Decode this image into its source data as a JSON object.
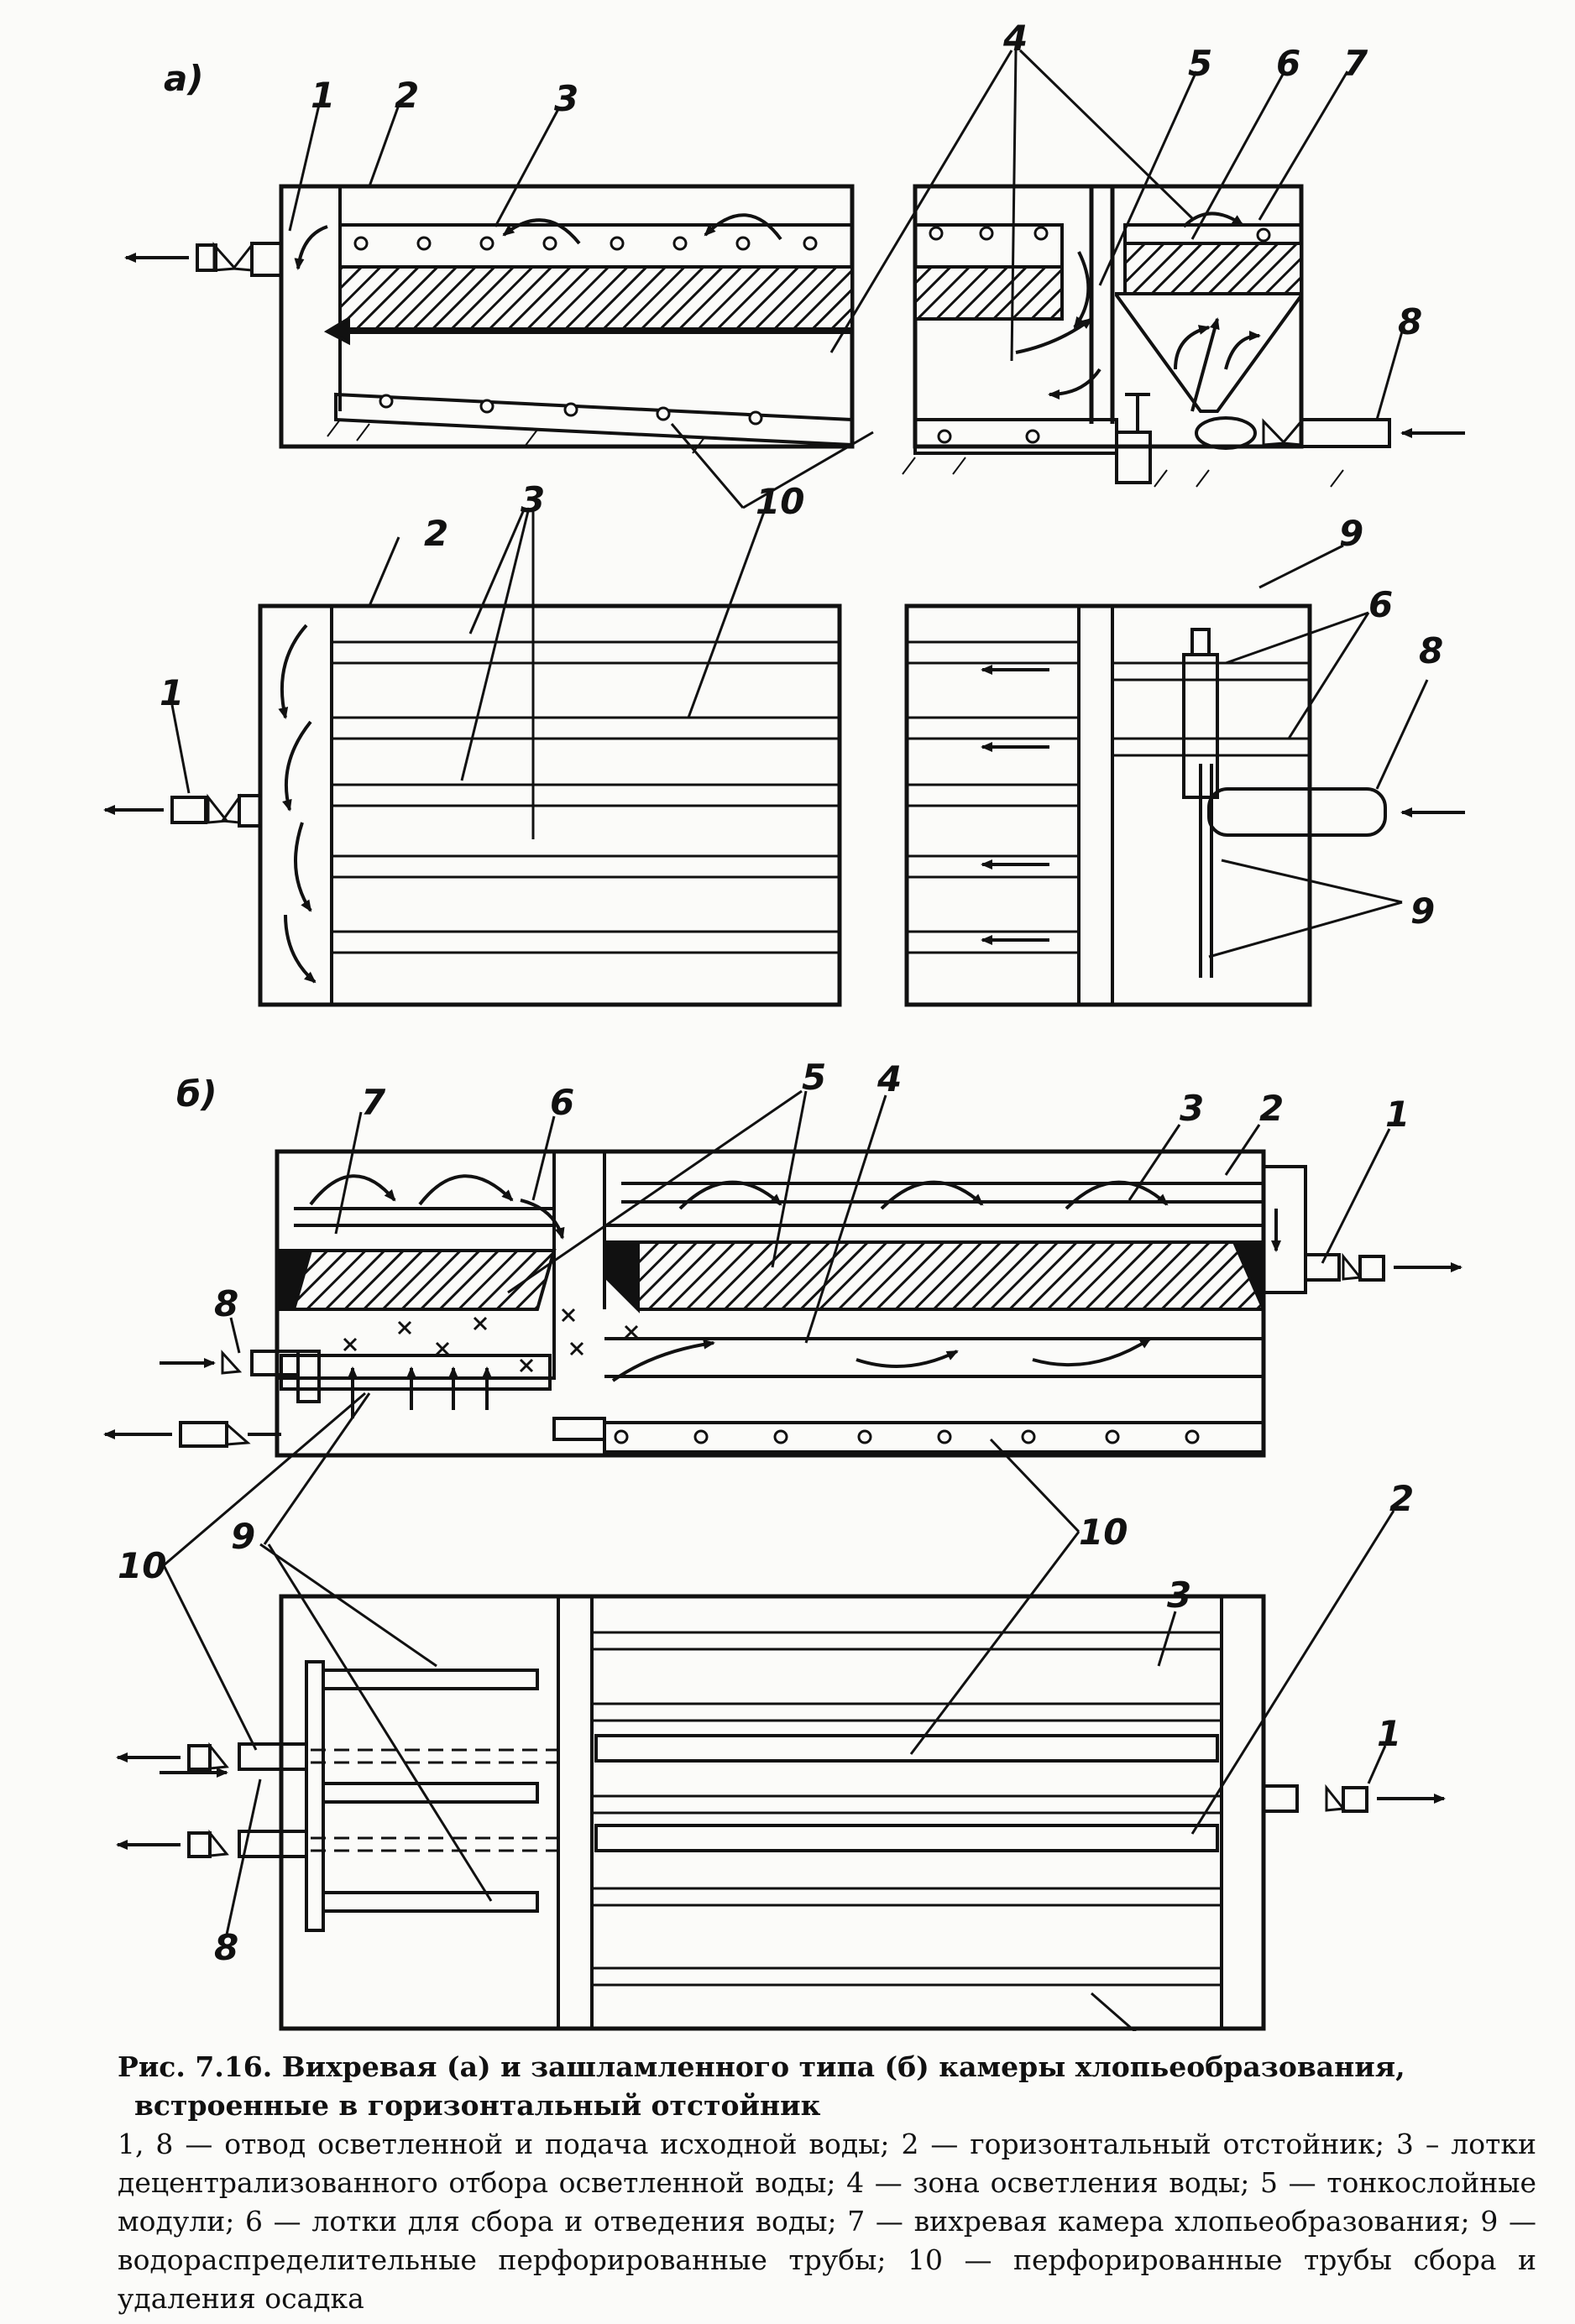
{
  "panels": {
    "a": "а)",
    "b": "б)"
  },
  "labels": {
    "n1": "1",
    "n2": "2",
    "n3": "3",
    "n4": "4",
    "n5": "5",
    "n6": "6",
    "n7": "7",
    "n8": "8",
    "n9": "9",
    "n10": "10"
  },
  "caption": {
    "title_line1": "Рис. 7.16. Вихревая (а) и зашламленного типа (б) камеры хлопьеобразования,",
    "title_line2": "встроенные в горизонтальный отстойник",
    "legend": "1, 8 — отвод осветленной и подача исходной воды; 2 — горизонтальный отстойник; 3 – лотки децентрализованного отбора осветленной воды; 4 — зона осветления воды; 5 — тонкослойные модули; 6 — лотки для сбора и отведения воды; 7 — вихревая камера хлопьеобразования; 9 — водораспределительные перфорированные трубы; 10 — перфорированные трубы сбора и удаления осадка"
  },
  "colors": {
    "ink": "#111111",
    "paper": "#fbfbf9",
    "hatch": "#111111"
  }
}
